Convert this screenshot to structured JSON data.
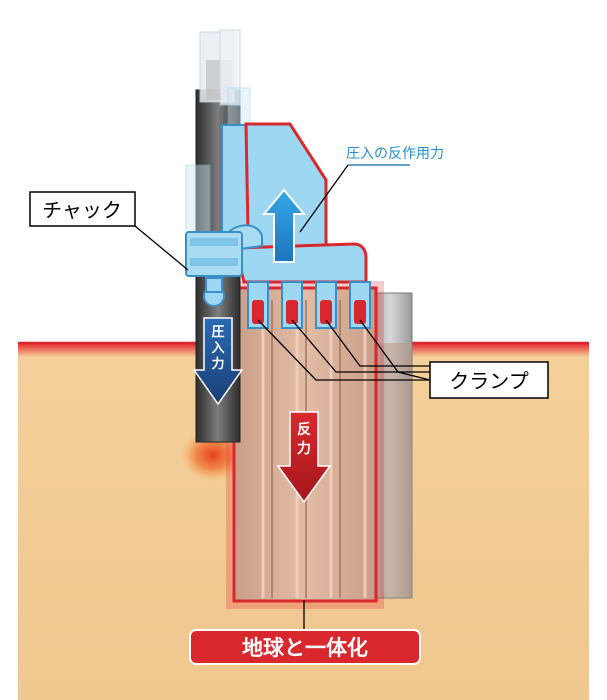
{
  "labels": {
    "chuck": "チャック",
    "reaction_of_press": "圧入の反作用力",
    "press_force": [
      "圧",
      "入",
      "力"
    ],
    "reaction": [
      "反",
      "力"
    ],
    "clamp": "クランプ",
    "integrated": "地球と一体化"
  },
  "colors": {
    "soil": "#f2cc94",
    "pile": "#d8ad94",
    "machine_blue": "#9ed7f2",
    "machine_outline": "#3b8fc9",
    "red": "#d8282e",
    "dark_blue": "#1d4e89",
    "label_blue": "#2a8fd0"
  }
}
